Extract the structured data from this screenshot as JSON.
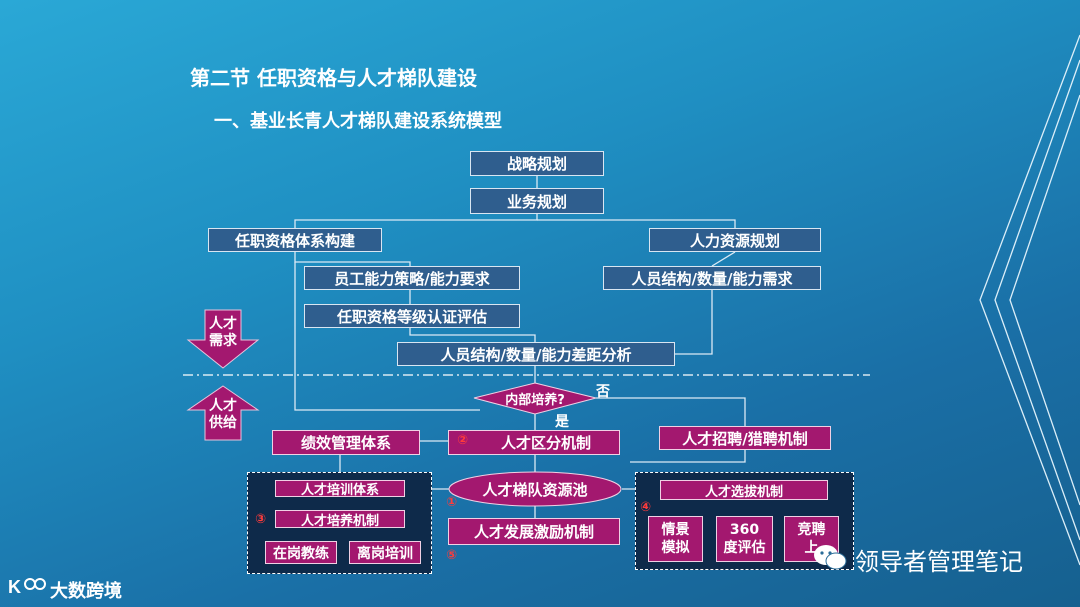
{
  "title": "第二节 任职资格与人才梯队建设",
  "subtitle": "一、基业长青人才梯队建设系统模型",
  "diagram": {
    "strategy": "战略规划",
    "business": "业务规划",
    "qualification_system": "任职资格体系构建",
    "hr_planning": "人力资源规划",
    "competency_strategy": "员工能力策略/能力要求",
    "staff_structure_need": "人员结构/数量/能力需求",
    "qualification_grading": "任职资格等级认证评估",
    "gap_analysis": "人员结构/数量/能力差距分析",
    "demand_arrow": "人才需求",
    "supply_arrow": "人才供给",
    "decision": "内部培养?",
    "no_label": "否",
    "yes_label": "是",
    "performance": "绩效管理体系",
    "talent_classification": "人才区分机制",
    "recruitment": "人才招聘/猎聘机制",
    "talent_pool": "人才梯队资源池",
    "development_incentive": "人才发展激励机制",
    "training_system": "人才培训体系",
    "cultivation_mechanism": "人才培养机制",
    "on_job_coaching": "在岗教练",
    "off_job_training": "离岗培训",
    "selection_mechanism": "人才选拔机制",
    "scenario_sim": "情景模拟",
    "eval_360": "360度评估",
    "competitive": "竞聘上",
    "n1": "①",
    "n2": "②",
    "n3": "③",
    "n4": "④",
    "n5": "⑤"
  },
  "watermark_right": "领导者管理笔记",
  "watermark_left": "大数跨境"
}
